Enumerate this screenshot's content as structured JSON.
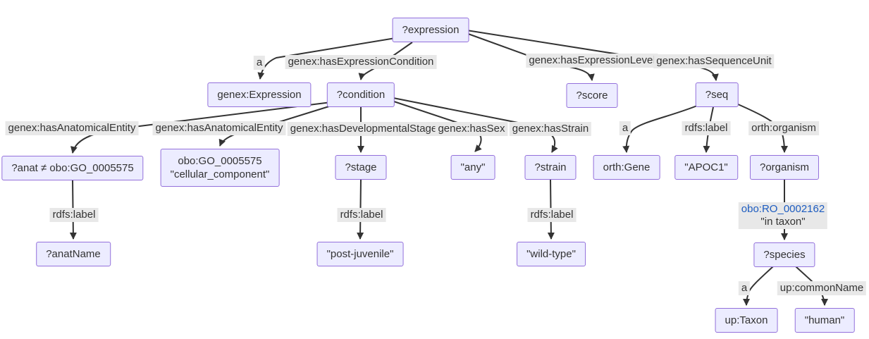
{
  "colors": {
    "node_fill": "#ECECFF",
    "node_border": "#9370DB",
    "edge_label_bg": "#e8e8e8",
    "edge_color": "#333333",
    "text_color": "#333333",
    "link_color": "#1d5cc0"
  },
  "nodes": {
    "expression": {
      "label": "?expression"
    },
    "genex_expression": {
      "label": "genex:Expression"
    },
    "condition": {
      "label": "?condition"
    },
    "score": {
      "label": "?score"
    },
    "seq": {
      "label": "?seq"
    },
    "anat": {
      "label": "?anat ≠ obo:GO_0005575"
    },
    "go_cellular": {
      "label": "obo:GO_0005575\n\"cellular_component\""
    },
    "stage": {
      "label": "?stage"
    },
    "any": {
      "label": "\"any\""
    },
    "strain": {
      "label": "?strain"
    },
    "orth_gene": {
      "label": "orth:Gene"
    },
    "apoc1": {
      "label": "\"APOC1\""
    },
    "organism": {
      "label": "?organism"
    },
    "anat_name": {
      "label": "?anatName"
    },
    "post_juvenile": {
      "label": "\"post-juvenile\""
    },
    "wild_type": {
      "label": "\"wild-type\""
    },
    "species": {
      "label": "?species"
    },
    "up_taxon": {
      "label": "up:Taxon"
    },
    "human": {
      "label": "\"human\""
    }
  },
  "edges": {
    "expr_type": {
      "source": "?expression",
      "target": "genex:Expression",
      "label": "a"
    },
    "expr_condition": {
      "source": "?expression",
      "target": "?condition",
      "label": "genex:hasExpressionCondition"
    },
    "expr_level": {
      "source": "?expression",
      "target": "?score",
      "label": "genex:hasExpressionLevel"
    },
    "expr_sequnit": {
      "source": "?expression",
      "target": "?seq",
      "label": "genex:hasSequenceUnit"
    },
    "cond_anat": {
      "source": "?condition",
      "target": "?anat ≠ obo:GO_0005575",
      "label": "genex:hasAnatomicalEntity"
    },
    "cond_go": {
      "source": "?condition",
      "target": "obo:GO_0005575 \"cellular_component\"",
      "label": "genex:hasAnatomicalEntity"
    },
    "cond_stage": {
      "source": "?condition",
      "target": "?stage",
      "label": "genex:hasDevelopmentalStage"
    },
    "cond_sex": {
      "source": "?condition",
      "target": "\"any\"",
      "label": "genex:hasSex"
    },
    "cond_strain": {
      "source": "?condition",
      "target": "?strain",
      "label": "genex:hasStrain"
    },
    "anat_label": {
      "source": "?anat ≠ obo:GO_0005575",
      "target": "?anatName",
      "label": "rdfs:label"
    },
    "stage_label": {
      "source": "?stage",
      "target": "\"post-juvenile\"",
      "label": "rdfs:label"
    },
    "strain_label": {
      "source": "?strain",
      "target": "\"wild-type\"",
      "label": "rdfs:label"
    },
    "seq_type": {
      "source": "?seq",
      "target": "orth:Gene",
      "label": "a"
    },
    "seq_label": {
      "source": "?seq",
      "target": "\"APOC1\"",
      "label": "rdfs:label"
    },
    "seq_organism": {
      "source": "?seq",
      "target": "?organism",
      "label": "orth:organism"
    },
    "organism_species": {
      "source": "?organism",
      "target": "?species",
      "link": "obo:RO_0002162",
      "literal": "\"in taxon\""
    },
    "species_type": {
      "source": "?species",
      "target": "up:Taxon",
      "label": "a"
    },
    "species_commonname": {
      "source": "?species",
      "target": "\"human\"",
      "label": "up:commonName"
    }
  }
}
